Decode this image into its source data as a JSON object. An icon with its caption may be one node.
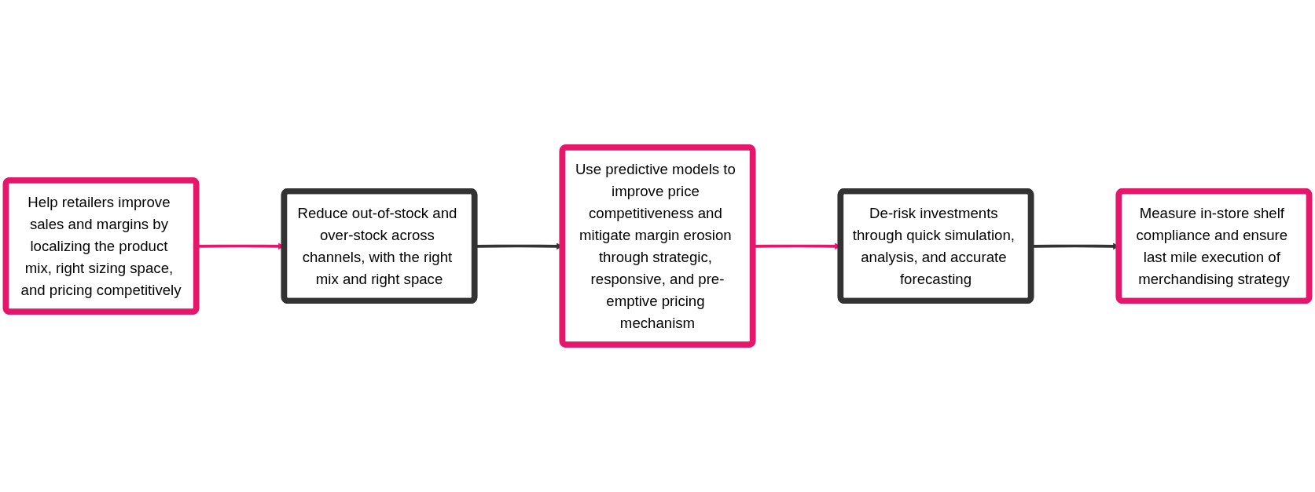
{
  "diagram": {
    "nodes": [
      {
        "text": [
          "Help retailers improve sales and margins by localizing the product mix, right sizing space, and pricing competitively"
        ]
      },
      {
        "text": [
          "Reduce out-of-stock and over-stock across channels, with the right mix and right space"
        ]
      },
      {
        "text": [
          "Use predictive models to improve price competitiveness and mitigate margin erosion through strategic, responsive, and pre-emptive pricing mechanism"
        ]
      },
      {
        "text": [
          "De-risk investments through quick simulation, analysis, and accurate forecasting"
        ]
      },
      {
        "text": [
          "Measure in-store shelf compliance and ensure last mile execution of merchandising strategy"
        ]
      }
    ],
    "edges": [
      {
        "from": 0,
        "to": 1,
        "arrow": "to",
        "color": "#e5176b"
      },
      {
        "from": 1,
        "to": 2,
        "arrow": "to",
        "color": "#333333"
      },
      {
        "from": 2,
        "to": 3,
        "arrow": "to",
        "color": "#e5176b"
      },
      {
        "from": 3,
        "to": 4,
        "arrow": "to",
        "color": "#333333"
      }
    ]
  }
}
